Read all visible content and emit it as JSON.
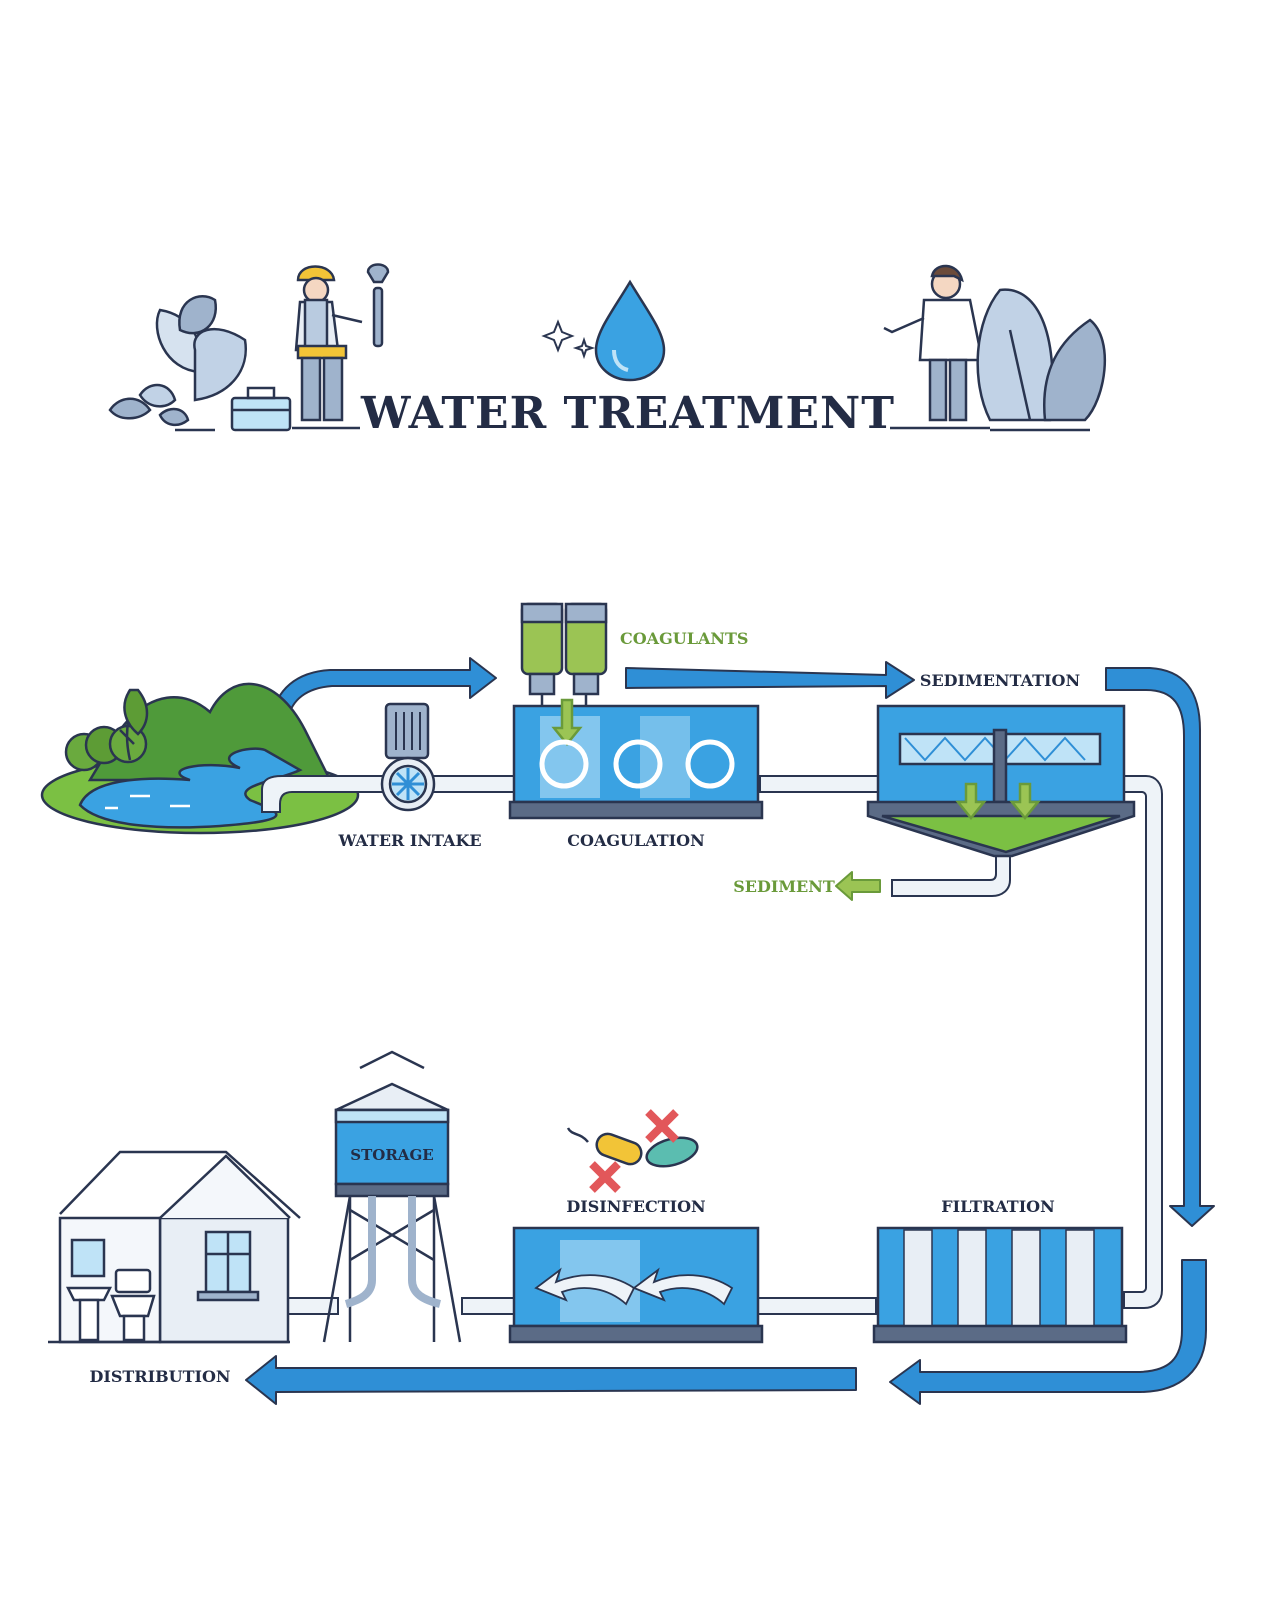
{
  "title": "WATER TREATMENT",
  "stages": {
    "water_intake": "WATER INTAKE",
    "coagulants": "COAGULANTS",
    "coagulation": "COAGULATION",
    "sedimentation": "SEDIMENTATION",
    "sediment": "SEDIMENT",
    "filtration": "FILTRATION",
    "disinfection": "DISINFECTION",
    "storage": "STORAGE",
    "distribution": "DISTRIBUTION"
  },
  "colors": {
    "flow_arrow": "#2f8fd6",
    "water": "#3aa2e2",
    "water_light": "#bfe3f7",
    "outline": "#2a3550",
    "accent_green": "#6a9a3a",
    "coagulant_green": "#9bc454",
    "pipe": "#dfe7f1",
    "gray_blue": "#9fb3cc"
  }
}
